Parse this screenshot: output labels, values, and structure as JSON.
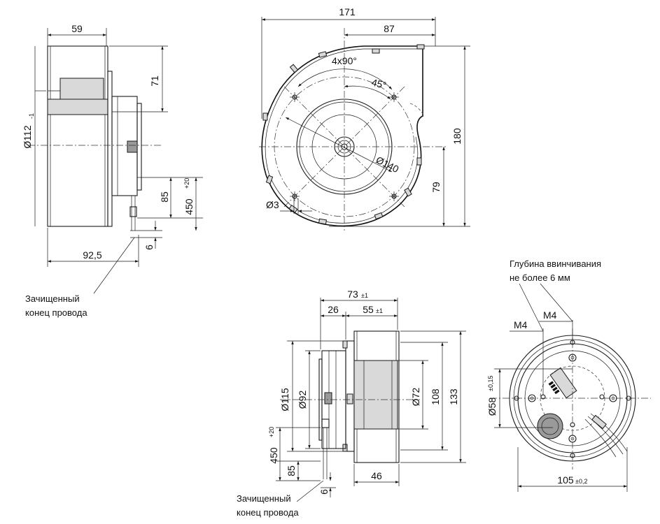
{
  "views": {
    "side": {
      "dims": {
        "width_top": "59",
        "height_71": "71",
        "dia_112": "Ø112",
        "dia_112_tol": "-1",
        "d85": "85",
        "d450": "450",
        "d450_tol": "+20",
        "d6": "6",
        "width_bottom": "92,5"
      },
      "note_line1": "Зачищенный",
      "note_line2": "конец провода"
    },
    "front": {
      "dims": {
        "width_171": "171",
        "width_87": "87",
        "angle_4x90": "4x90°",
        "angle_45": "45°",
        "dia_140": "Ø140",
        "height_180": "180",
        "height_79": "79",
        "dia_3": "Ø3"
      }
    },
    "motor": {
      "dims": {
        "d73": "73",
        "d73_tol": "±1",
        "d26": "26",
        "d55": "55",
        "d55_tol": "±1",
        "dia_115": "Ø115",
        "dia_92": "Ø92",
        "dia_72": "Ø72",
        "d108": "108",
        "d133": "133",
        "d450": "450",
        "d450_tol": "+20",
        "d85": "85",
        "d46": "46",
        "d6": "6"
      },
      "note_line1": "Зачищенный",
      "note_line2": "конец провода"
    },
    "rear": {
      "dims": {
        "depth_note_line1": "Глубина ввинчивания",
        "depth_note_line2": "не более 6 мм",
        "m4_left": "M4",
        "m4_right": "M4",
        "dia_58": "Ø58",
        "dia_58_tol": "±0,15",
        "d105": "105",
        "d105_tol": "±0,2"
      }
    }
  }
}
